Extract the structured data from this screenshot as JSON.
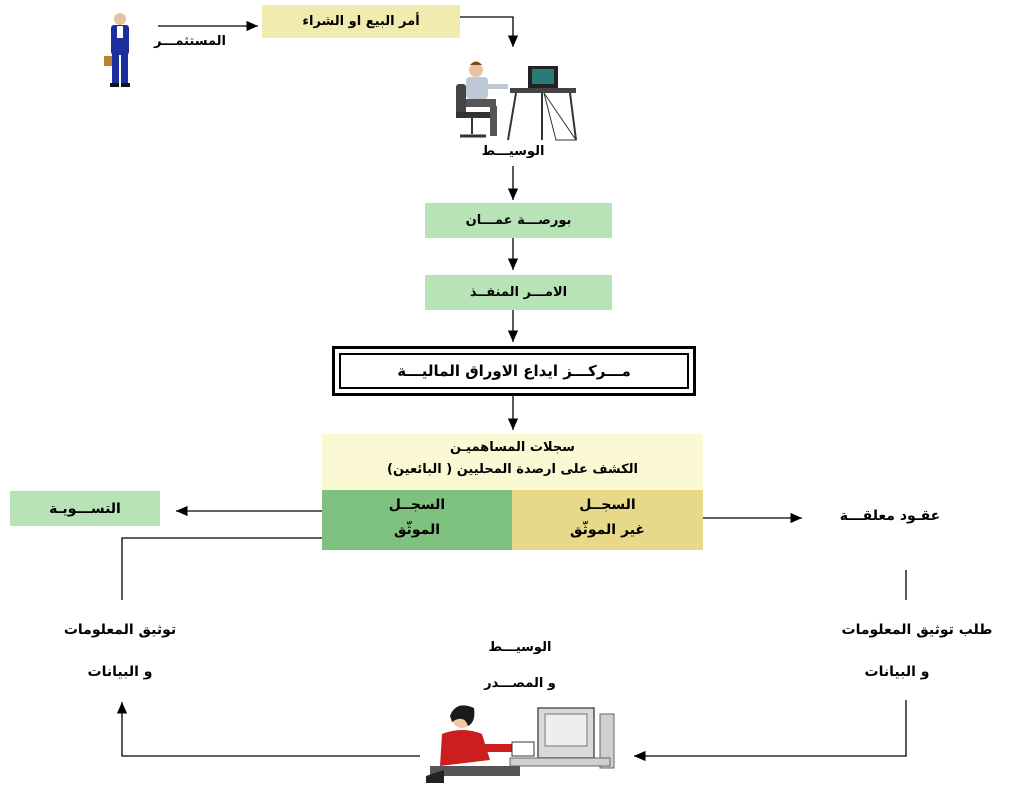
{
  "investor_label": "المستثمـــر",
  "order_box": "أمر البيع او الشراء",
  "broker_label": "الوسيـــط",
  "exchange_box": "بورصـــة عمـــان",
  "executed_order_box": "الامـــر المنفــذ",
  "sdc_box": "مـــركـــز ايداع الاوراق الماليـــة",
  "registers": {
    "title": "سجلات المساهميـن",
    "subtitle": "الكشف على ارصدة المحليين ( البائعين)",
    "certified_line1": "السجــل",
    "certified_line2": "الموثّق",
    "uncertified_line1": "السجــل",
    "uncertified_line2": "غير الموثّق"
  },
  "settlement_box": "التســـويـة",
  "pending_contracts": "عقـود معلقـــة",
  "request_doc_line1": "طلب توثيق المعلومات",
  "request_doc_line2": "و البيانات",
  "doc_line1": "توثيق المعلومات",
  "doc_line2": "و البيانات",
  "broker_issuer_line1": "الوسيـــط",
  "broker_issuer_line2": "و المصـــدر",
  "colors": {
    "green": "#b7e3b7",
    "dark_green": "#7fc27f",
    "tan": "#f2ebb0",
    "tan_header": "#fbf8d4"
  }
}
